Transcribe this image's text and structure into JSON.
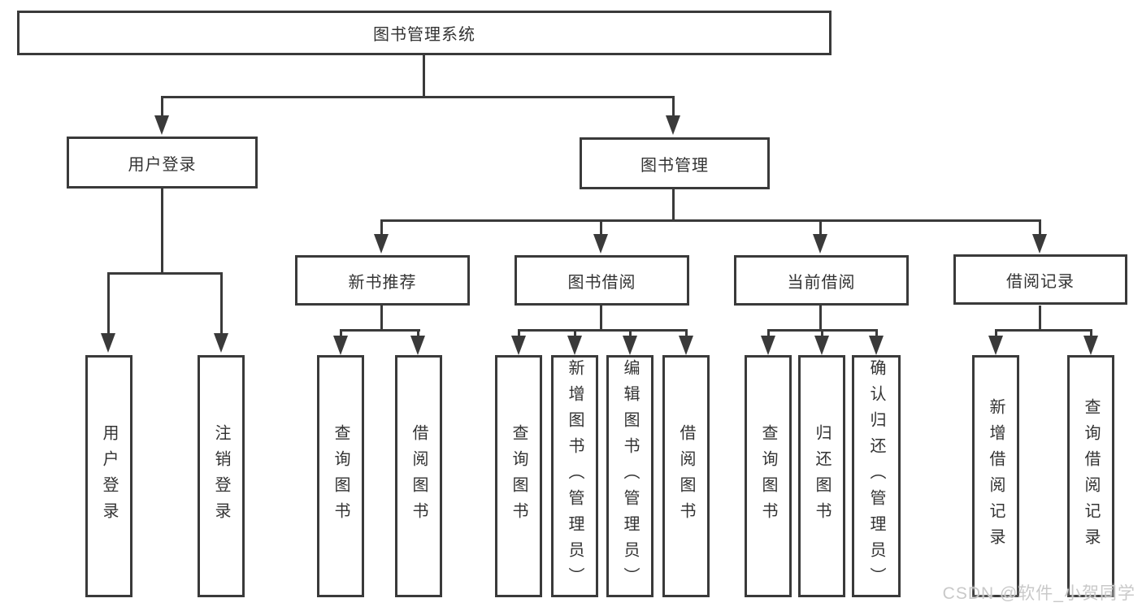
{
  "diagram": {
    "tree": {
      "label": "图书管理系统",
      "children": [
        {
          "label": "用户登录",
          "children": [
            {
              "label": "用户登录"
            },
            {
              "label": "注销登录"
            }
          ]
        },
        {
          "label": "图书管理",
          "children": [
            {
              "label": "新书推荐",
              "children": [
                {
                  "label": "查询图书"
                },
                {
                  "label": "借阅图书"
                }
              ]
            },
            {
              "label": "图书借阅",
              "children": [
                {
                  "label": "查询图书"
                },
                {
                  "label": "新增图书（管理员）"
                },
                {
                  "label": "编辑图书（管理员）"
                },
                {
                  "label": "借阅图书"
                }
              ]
            },
            {
              "label": "当前借阅",
              "children": [
                {
                  "label": "查询图书"
                },
                {
                  "label": "归还图书"
                },
                {
                  "label": "确认归还（管理员）"
                }
              ]
            },
            {
              "label": "借阅记录",
              "children": [
                {
                  "label": "新增借阅记录"
                },
                {
                  "label": "查询借阅记录"
                }
              ]
            }
          ]
        }
      ]
    },
    "colors": {
      "line": "#3a3a3a",
      "box_border": "#3a3a3a",
      "text": "#333333",
      "watermark": "#c9c9c9",
      "background": "#ffffff"
    }
  },
  "watermark": {
    "text": "CSDN @软件_小贺同学"
  }
}
